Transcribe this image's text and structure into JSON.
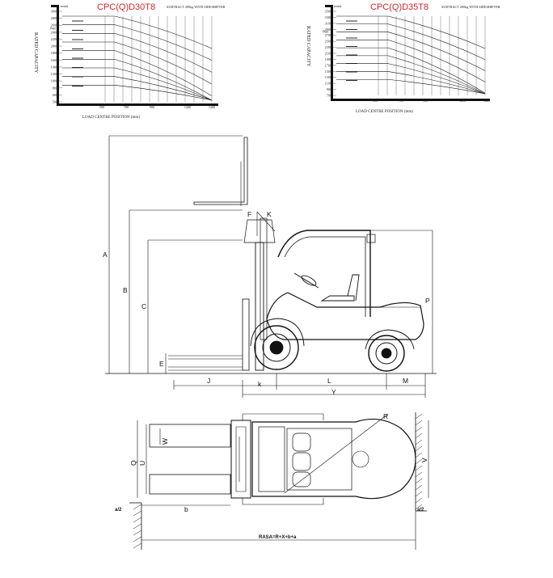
{
  "charts": [
    {
      "title": "CPC(Q)D30T8",
      "subtitle": "SUBTRACT 200kg WITH SIDESHIFTER",
      "ylabel": "RATED CAPACITY",
      "xlabel": "LOAD CENTRE POSITION (mm)",
      "unit_top": "(mm)",
      "unit_left": "(kg)",
      "y_ticks": [
        "3000",
        "2800",
        "2600",
        "2400",
        "2200",
        "2000",
        "1800",
        "1600",
        "1400",
        "1200",
        "1000",
        "800",
        "600",
        "500"
      ],
      "x_ticks": [
        "500",
        "700",
        "900",
        "1200",
        "1400"
      ]
    },
    {
      "title": "CPC(Q)D35T8",
      "subtitle": "SUBTRACT 200kg WITH SIDESHIFTER",
      "ylabel": "RATED CAPACITY",
      "xlabel": "LOAD CENTRE POSITION (mm)",
      "unit_top": "(mm)",
      "unit_left": "(kg)",
      "y_ticks": [
        "3500",
        "3300",
        "3100",
        "2900",
        "2700",
        "2500",
        "2300",
        "2100",
        "1900",
        "1700",
        "1500",
        "1300",
        "1100",
        "900",
        "700"
      ],
      "x_ticks": [
        "500",
        "700",
        "900",
        "1200",
        "1400"
      ]
    }
  ],
  "side_view": {
    "dims": {
      "A": "A",
      "B": "B",
      "C": "C",
      "E": "E",
      "F": "F",
      "K": "K",
      "J": "J",
      "k": "k",
      "L": "L",
      "M": "M",
      "Y": "Y",
      "P": "P"
    }
  },
  "top_view": {
    "dims": {
      "Q": "Q",
      "U": "U",
      "W": "W",
      "V": "V",
      "R": "R",
      "b": "b",
      "a2_left": "a/2",
      "a2_right": "a/2"
    },
    "formula": "RASA=R+X+b+a"
  }
}
